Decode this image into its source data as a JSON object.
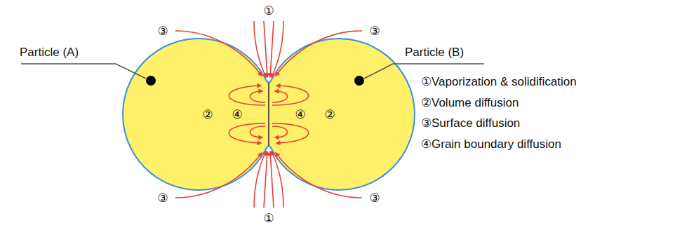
{
  "diagram": {
    "labels": [
      "①",
      "③",
      "③",
      "Particle (A)",
      "Particle (B)",
      "②",
      "④",
      "④",
      "②",
      "①Vaporization & solidification",
      "②Volume diffusion",
      "③Surface diffusion",
      "④Grain boundary diffusion",
      "③",
      "③",
      "①"
    ]
  }
}
